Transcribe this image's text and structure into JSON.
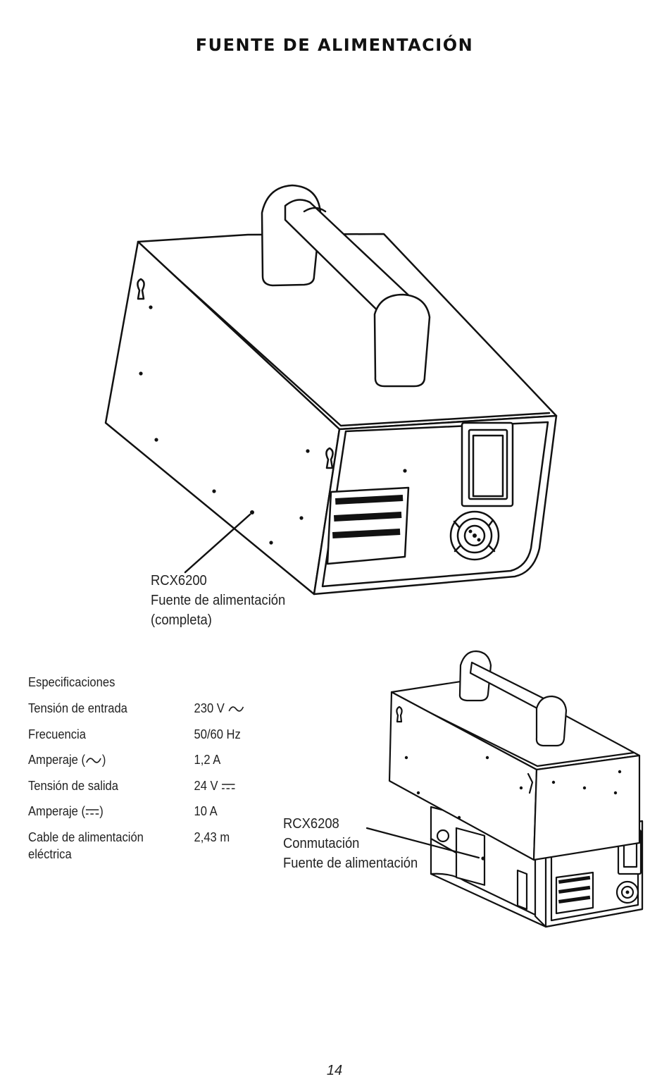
{
  "page": {
    "title": "FUENTE DE ALIMENTACIÓN",
    "page_number": "14"
  },
  "figure_1": {
    "model": "RCX6200",
    "line2": "Fuente de alimentación",
    "line3": "(completa)"
  },
  "figure_2": {
    "model": "RCX6208",
    "line2": "Conmutación",
    "line3": "Fuente de alimentación"
  },
  "specs": {
    "heading": "Especificaciones",
    "rows": [
      {
        "label": "Tensión de entrada",
        "value": "230 V",
        "symbol": "ac-symbol"
      },
      {
        "label": "Frecuencia",
        "value": "50/60 Hz"
      },
      {
        "label_before": "Amperaje (",
        "label_symbol": "ac-symbol",
        "label_after": ")",
        "value": "1,2 A"
      },
      {
        "label": "Tensión de salida",
        "value": "24 V",
        "symbol": "dc-symbol"
      },
      {
        "label_before": "Amperaje (",
        "label_symbol": "dc-symbol",
        "label_after": ")",
        "value": "10 A"
      },
      {
        "label": "Cable de alimentación eléctrica",
        "value": "2,43 m"
      }
    ]
  }
}
